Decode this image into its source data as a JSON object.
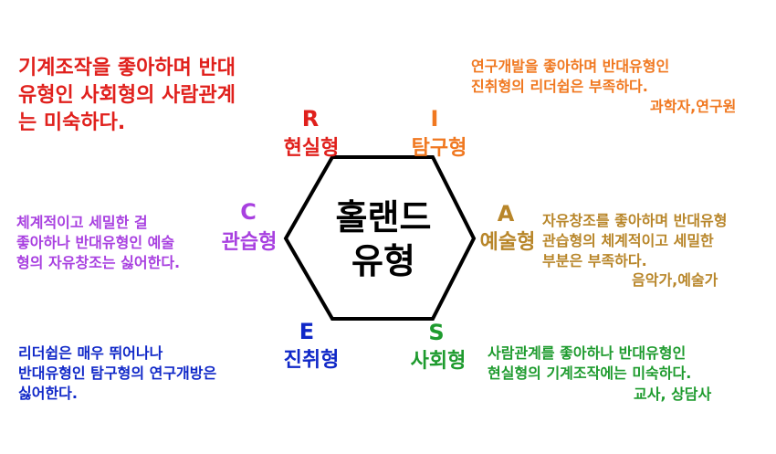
{
  "center": {
    "line1": "홀랜드",
    "line2": "유형"
  },
  "colors": {
    "R": "#e0201c",
    "I": "#f07820",
    "A": "#b8862a",
    "S": "#1e9b2e",
    "E": "#1028c8",
    "C": "#a840e0"
  },
  "types": {
    "R": {
      "letter": "R",
      "name": "현실형",
      "desc": [
        "기계조작을 좋아하며 반대",
        "유형인 사회형의 사람관계",
        "는 미숙하다."
      ],
      "jobs": ""
    },
    "I": {
      "letter": "I",
      "name": "탐구형",
      "desc": [
        "연구개발을 좋아하며 반대유형인",
        "진취형의 리더쉽은 부족하다."
      ],
      "jobs": "과학자,연구원"
    },
    "A": {
      "letter": "A",
      "name": "예술형",
      "desc": [
        "자유창조를 좋아하며 반대유형",
        "관습형의 체계적이고 세밀한",
        "부분은 부족하다."
      ],
      "jobs": "음악가,예술가"
    },
    "S": {
      "letter": "S",
      "name": "사회형",
      "desc": [
        "사람관계를 좋아하나 반대유형인",
        "현실형의 기계조작에는 미숙하다."
      ],
      "jobs": "교사, 상담사"
    },
    "E": {
      "letter": "E",
      "name": "진취형",
      "desc": [
        "리더쉽은 매우 뛰어나나",
        "반대유형인 탐구형의 연구개방은",
        "싫어한다."
      ],
      "jobs": ""
    },
    "C": {
      "letter": "C",
      "name": "관습형",
      "desc": [
        "체계적이고 세밀한 걸",
        "좋아하나 반대유형인 예술",
        "형의 자유창조는 싫어한다."
      ],
      "jobs": ""
    }
  }
}
